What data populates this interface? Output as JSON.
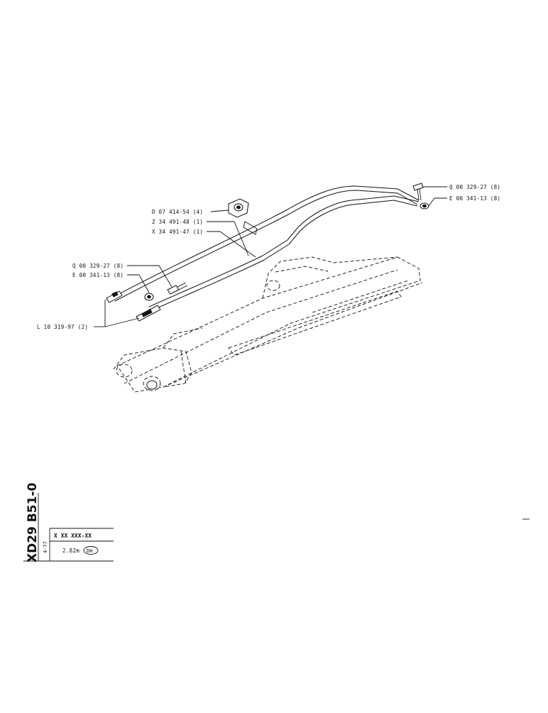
{
  "parts": [
    {
      "code": "Q 00 329-27 (8)"
    },
    {
      "code": "E 00 341-13 (8)"
    },
    {
      "code": "D 07 414-54 (4)"
    },
    {
      "code": "Z 34 491-48 (1)"
    },
    {
      "code": "X 34 491-47 (1)"
    },
    {
      "code": "Q 00 329-27 (8)"
    },
    {
      "code": "E 00 341-13 (8)"
    },
    {
      "code": "L 10 319-97 (2)"
    }
  ],
  "sheet": {
    "code": "XD29 B51-0",
    "revision": "4-77",
    "part_number_field": "X XX XXX-XX",
    "spec": "2.82m",
    "spec_badge": "DH"
  }
}
